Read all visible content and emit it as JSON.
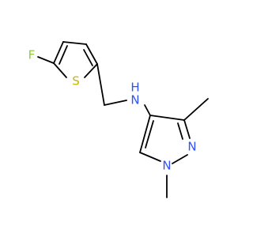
{
  "molecule": {
    "atoms": [
      {
        "id": "F",
        "label": "F",
        "color": "#8fcc3a"
      },
      {
        "id": "S",
        "label": "S",
        "color": "#c8b400"
      },
      {
        "id": "NH",
        "label": "N",
        "h_label": "H",
        "color": "#3050f8"
      },
      {
        "id": "N2",
        "label": "N",
        "color": "#3050f8"
      },
      {
        "id": "N1",
        "label": "N",
        "color": "#3050f8"
      }
    ]
  }
}
